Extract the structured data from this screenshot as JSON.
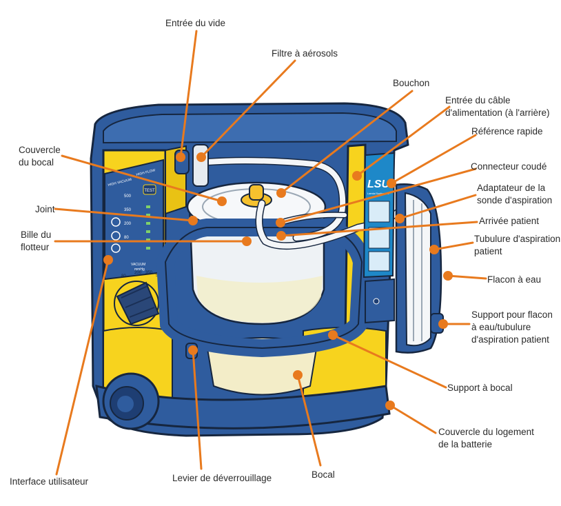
{
  "diagram": {
    "colors": {
      "leader": "#E87A1E",
      "frame_blue": "#2F5C9E",
      "frame_blue_dark": "#1E3E73",
      "body_yellow": "#F7D31E",
      "outline": "#16263F",
      "canister": "#EEF2F5",
      "liquid": "#F3EDC8",
      "knob": "#2A4778"
    },
    "labels": {
      "entree_vide": [
        "Entrée du vide"
      ],
      "filtre": [
        "Filtre à aérosols"
      ],
      "bouchon": [
        "Bouchon"
      ],
      "cable": [
        "Entrée du câble",
        "d'alimentation (à l'arrière)"
      ],
      "reference": [
        "Référence rapide"
      ],
      "couvercle_bocal": [
        "Couvercle",
        "du bocal"
      ],
      "connecteur": [
        "Connecteur coudé"
      ],
      "adaptateur": [
        "Adaptateur de la",
        "sonde d'aspiration"
      ],
      "joint": [
        "Joint"
      ],
      "arrivee": [
        "Arrivée patient"
      ],
      "bille": [
        "Bille du",
        "flotteur"
      ],
      "tubulure": [
        "Tubulure d'aspiration",
        "patient"
      ],
      "flacon": [
        "Flacon à eau"
      ],
      "support_flacon": [
        "Support pour flacon",
        "à eau/tubulure",
        "d'aspiration patient"
      ],
      "support_bocal": [
        "Support à bocal"
      ],
      "couvercle_batterie": [
        "Couvercle du logement",
        "de la batterie"
      ],
      "interface": [
        "Interface utilisateur"
      ],
      "levier": [
        "Levier de déverrouillage"
      ],
      "bocal": [
        "Bocal"
      ]
    },
    "device": {
      "panel_top": [
        "HIGH VACUUM",
        "HIGH FLOW"
      ],
      "test_button": "TEST",
      "scale_values": [
        "500",
        "350",
        "200",
        "80"
      ],
      "dial_values": [
        "80",
        "200",
        "350",
        "500"
      ],
      "dial_caption": [
        "VACUUM",
        "mmHg"
      ],
      "logo": "LSU",
      "logo_sub": "Laerdal Suction Unit"
    }
  }
}
